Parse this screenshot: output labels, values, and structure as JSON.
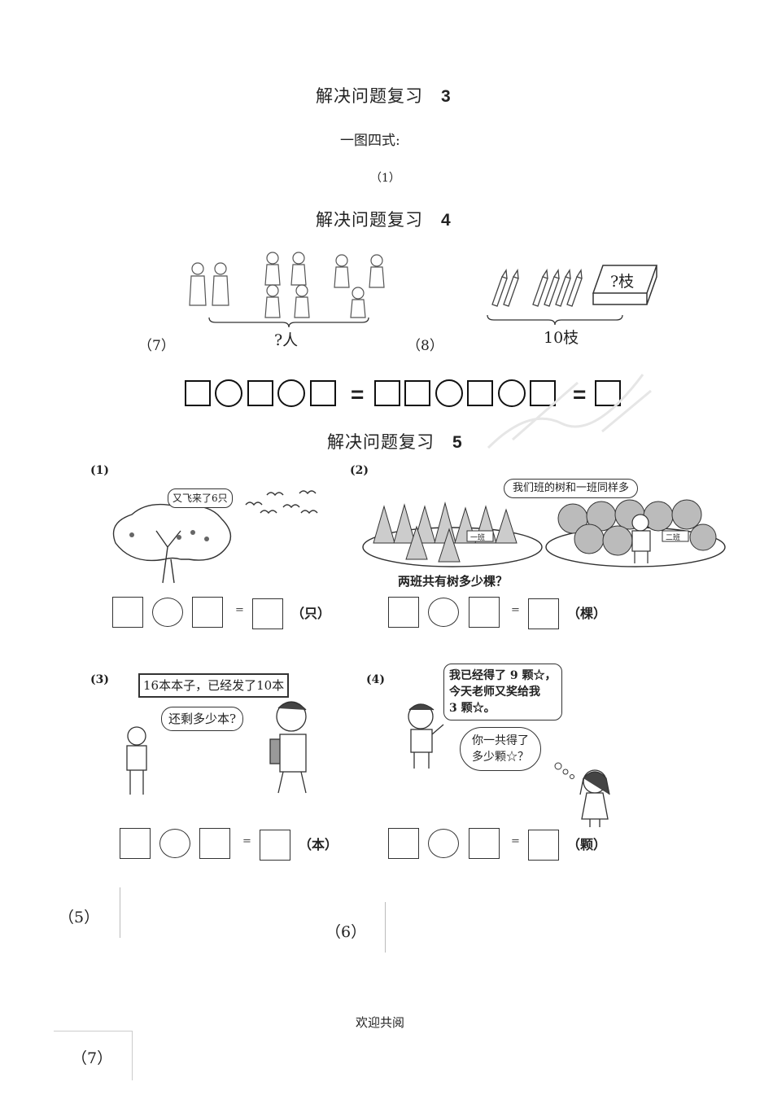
{
  "sections": [
    {
      "title": "解决问题复习",
      "number": "3"
    },
    {
      "title": "解决问题复习",
      "number": "4"
    },
    {
      "title": "解决问题复习",
      "number": "5"
    }
  ],
  "subtitle": "一图四式:",
  "item_1": "（1）",
  "review4": {
    "label_7": "（7）",
    "label_8": "（8）",
    "people_question": "?人",
    "pencil_box_label": "?枝",
    "pencil_total": "10枝",
    "equals_1": "=",
    "equals_2": "="
  },
  "review5": {
    "p1": {
      "label": "(1)",
      "bubble": "又飞来了6只",
      "eq": "=",
      "unit": "（只）"
    },
    "p2": {
      "label": "(2)",
      "bubble": "我们班的树和一班同样多",
      "sign": "一班",
      "sign2": "二班",
      "question": "两班共有树多少棵？",
      "eq": "=",
      "unit": "（棵）"
    },
    "p3": {
      "label": "(3)",
      "bubble1": "16本本子，已经发了10本",
      "bubble2": "还剩多少本?",
      "eq": "=",
      "unit": "（本）"
    },
    "p4": {
      "label": "(4)",
      "bubble1_line1": "我已经得了 9 颗☆，",
      "bubble1_line2": "今天老师又奖给我",
      "bubble1_line3": "3 颗☆。",
      "bubble2_line1": "你一共得了",
      "bubble2_line2": "多少颗☆？",
      "eq": "=",
      "unit": "（颗）"
    }
  },
  "bottom": {
    "label_5": "（5）",
    "label_6": "（6）",
    "footer": "欢迎共阅",
    "label_7": "（7）"
  }
}
